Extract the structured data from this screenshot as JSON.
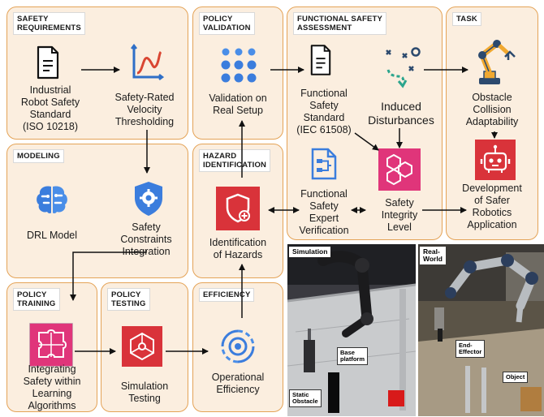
{
  "panels": {
    "safety_requirements": "SAFETY\nREQUIREMENTS",
    "policy_validation": "POLICY\nVALIDATION",
    "functional_safety": "FUNCTIONAL SAFETY\nASSESSMENT",
    "task": "TASK",
    "modeling": "MODELING",
    "hazard_identification": "HAZARD\nIDENTIFICATION",
    "policy_training": "POLICY\nTRAINING",
    "policy_testing": "POLICY\nTESTING",
    "efficiency": "EFFICIENCY"
  },
  "nodes": {
    "iso": "Industrial\nRobot Safety\nStandard\n(ISO 10218)",
    "velocity": "Safety-Rated\nVelocity\nThresholding",
    "validation": "Validation on\nReal Setup",
    "iec": "Functional\nSafety\nStandard\n(IEC 61508)",
    "disturbances": "Induced\nDisturbances",
    "obstacle": "Obstacle\nCollision\nAdaptability",
    "development": "Development\nof Safer\nRobotics\nApplication",
    "drl": "DRL Model",
    "constraints": "Safety\nConstraints\nIntegration",
    "hazards": "Identification\nof Hazards",
    "expert": "Functional\nSafety\nExpert\nVerification",
    "sil": "Safety\nIntegrity\nLevel",
    "integrating": "Integrating\nSafety within\nLearning\nAlgorithms",
    "simulation_testing": "Simulation\nTesting",
    "operational": "Operational\nEfficiency"
  },
  "photos": {
    "simulation": {
      "title": "Simulation",
      "base_platform": "Base\nplatform",
      "static_obstacle": "Static\nObstacle"
    },
    "real_world": {
      "title": "Real-\nWorld",
      "end_effector": "End-\nEffector",
      "object": "Object"
    }
  },
  "colors": {
    "panel_fill": "#fbeedf",
    "panel_border": "#e4a357",
    "icon_blue": "#3b7ddd",
    "icon_red": "#d9333a",
    "icon_pink": "#e0357a"
  },
  "icons": [
    "document-icon",
    "chart-curve-icon",
    "dot-grid-icon",
    "strategy-play-icon",
    "robot-arm-icon",
    "brain-icon",
    "shield-gear-icon",
    "shield-plus-icon",
    "flowchart-doc-icon",
    "hexagons-icon",
    "robot-head-icon",
    "puzzle-icon",
    "network-node-icon",
    "efficiency-target-icon"
  ]
}
